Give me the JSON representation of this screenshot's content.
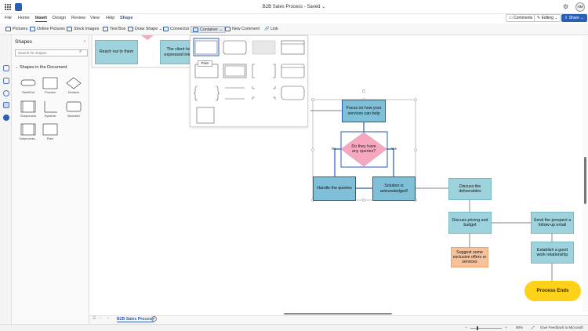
{
  "title_bar": {
    "doc_title": "B2B Sales Process",
    "save_status": "Saved",
    "avatar_initials": "HM",
    "comments_label": "Comments",
    "editing_label": "Editing",
    "share_label": "Share"
  },
  "menu": [
    "File",
    "Home",
    "Insert",
    "Design",
    "Review",
    "View",
    "Help",
    "Shape"
  ],
  "ribbon": {
    "pictures": "Pictures",
    "online_pictures": "Online Pictures",
    "stock_images": "Stock Images",
    "text_box": "Text Box",
    "draw_shape": "Draw Shape",
    "connector": "Connector",
    "container": "Container",
    "new_comment": "New Comment",
    "link": "Link"
  },
  "panel": {
    "title": "Shapes",
    "search_placeholder": "Search for shapes",
    "section_title": "Shapes in the Document",
    "shapes": [
      "Start/End",
      "Process",
      "Decision",
      "Subprocess",
      "Dynamic",
      "Bounded",
      "Subprocess...",
      "Plain"
    ]
  },
  "gallery": {
    "tooltip": "Plain"
  },
  "diagram": {
    "reach_out": "Reach out to them",
    "client_expressed": "The client has expressed intere",
    "focus": "Focus on how your services can help",
    "decision": "Do they have any queries?",
    "no_label": "No",
    "yes_label": "Yes",
    "handle_queries": "Handle the queries",
    "solution": "Solution is acknowledged!",
    "discuss_deliverables": "Discuss the deliverables",
    "discuss_pricing": "Discuss pricing and budget",
    "suggest_offers": "Suggest some exclusive offers or services",
    "follow_up": "Send the prospect a follow-up email",
    "relationship": "Establish a good work relationship",
    "process_ends": "Process Ends"
  },
  "tabs": {
    "page_tab": "B2B Sales Process"
  },
  "status": {
    "zoom": "80%",
    "feedback": "Give Feedback to Microsoft"
  },
  "colors": {
    "accent": "#2b5fb4",
    "process_fill": "#9ed3de",
    "decision_fill": "#f5a8c0",
    "orange_fill": "#f7c29a",
    "end_fill": "#ffd21a"
  }
}
